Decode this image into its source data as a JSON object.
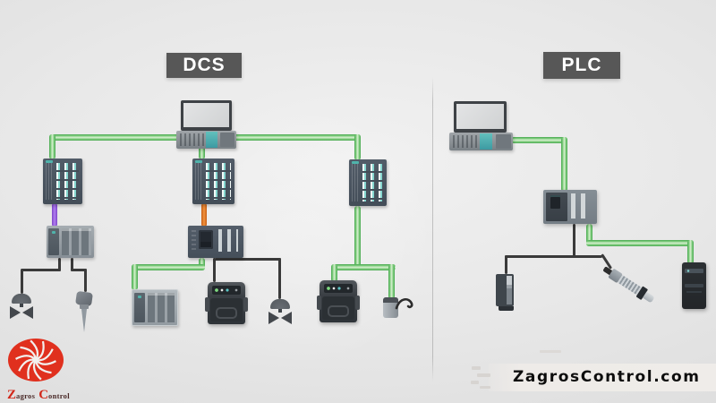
{
  "titles": {
    "dcs": "DCS",
    "plc": "PLC"
  },
  "branding": {
    "logo": {
      "z": "Z",
      "agros": "agros",
      "c": "C",
      "ontrol": "ontrol"
    },
    "website": "ZagrosControl.com"
  },
  "colors": {
    "background": "#e8e8e8",
    "label_box": "#575757",
    "label_text": "#ffffff",
    "network_green": "#49a851",
    "backplane_purple": "#9a5ce6",
    "backplane_orange": "#e0731f",
    "field_wire_black": "#3a3a3a",
    "module_dark": "#4a5460",
    "module_light": "#8f979e",
    "module_teal": "#4fb3ab",
    "logo_red": "#e0301e",
    "website_text": "#0d0d0d"
  },
  "diagram": {
    "dcs": {
      "label": "DCS",
      "nodes": [
        "operator-station-monitor",
        "server-rack",
        "controller-rack-left",
        "remote-io-rack-left",
        "control-valve",
        "transmitter-probe",
        "controller-rack-center",
        "cpu-module-center",
        "io-rack-small",
        "vfd-drive",
        "control-valve",
        "controller-rack-right",
        "vfd-drive",
        "encoder-motor"
      ]
    },
    "plc": {
      "label": "PLC",
      "nodes": [
        "operator-station-monitor",
        "server-rack",
        "plc-cpu-module",
        "photoelectric-sensor",
        "proximity-sensor",
        "vfd-drive"
      ]
    }
  }
}
